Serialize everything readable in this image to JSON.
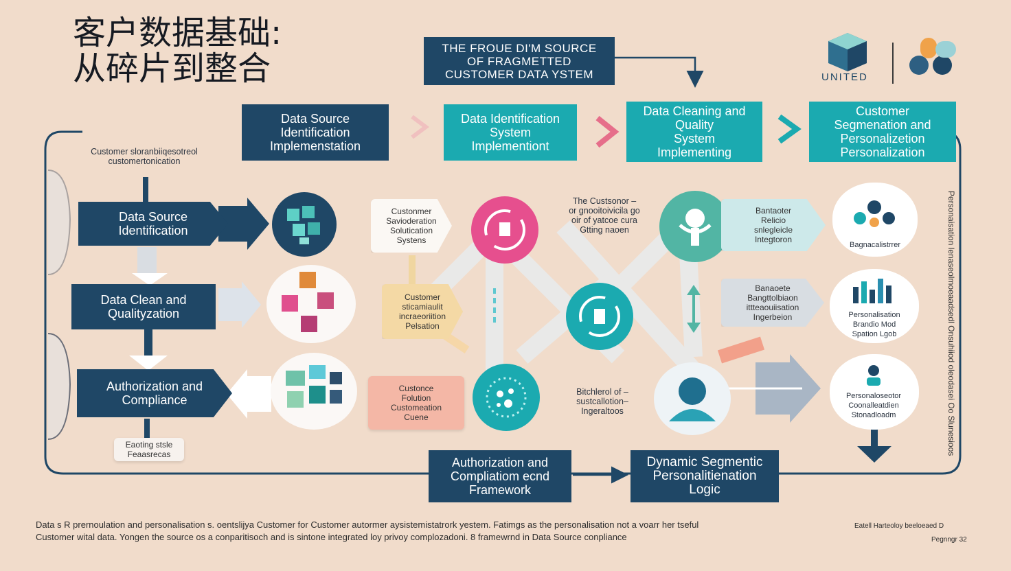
{
  "title": {
    "line1": "客户数据基础:",
    "line2": "从碎片到整合"
  },
  "header_box": "THE FROUE DI'M SOURCE\nOF FRAGMETTED\nCUSTOMER DATA YSTEM",
  "brand": {
    "name": "UNITED"
  },
  "top_steps": [
    "Data Source\nIdentification\nImplemenstation",
    "Data Identification\nSystem\nImplementiont",
    "Data Cleaning and\nQuality\nSystem\nImplementing",
    "Customer\nSegmenation and\nPersonalizetion\nPersonalization"
  ],
  "left_steps": [
    "Data Source\nIdentification",
    "Data Clean and\nQualityzation",
    "Authorization and\nCompliance"
  ],
  "left_note": "Customer sloranbiiqesotreol\ncustomertonication",
  "bottom_left_card": "Eaoting stsle\nFeaasrecas",
  "mid_cards": [
    "Custonmer\nSavioderation\nSolutication\nSystens",
    "Customer\nsticamiaulit\nincraeoriition\nPelsation",
    "Custonce\nFolution\nCustomeation\nCuene"
  ],
  "center_notes": [
    "The Custsonor –\nor gnooitoivicila go\noir of yatcoe cura\nGtting naoen",
    "Bitchlerol of –\nsustcallotion–\nIngeraltoos"
  ],
  "right_cards": [
    "Bantaoter\nRelicio\nsnlegleicle\nIntegtoron",
    "Banaoete\nBangttolbiaon\nittteaouiisation\nIngerbeion"
  ],
  "right_cloud_labels": [
    "Bagnacalistrrer",
    "Personalisation\nBrandio Mod\nSpation Lgob",
    "Personaloseotor\nCoonalleatdien\nStonadloadm"
  ],
  "bottom_steps": [
    "Authorization and\nCompliatiom ecnd\nFramework",
    "Dynamic Segmentic\nPersonalitienation\nLogic"
  ],
  "vertical_text": "Personaisation lenaseolmoeaadsedl Onsuhiiod oleodasei Oo Slunesioos",
  "footer": {
    "line1": "Data s R prernoulation and personalisation s. oentslijya Customer for Customer autormer aysistemistatrork yestem. Fatimgs as the personalisation not a voarr her tseful",
    "line2": "Customer wital data. Yongen the source os a conparitisoch and is sintone integrated loy privoy complozadoni. 8 framewrnd in Data Source conpliance",
    "right1": "Eatell Harteoloy beeloeaed D",
    "right2": "Pegnngr 32"
  },
  "colors": {
    "background": "#f1dccb",
    "navy": "#1f4766",
    "teal": "#1baab0",
    "pink": "#e64f8e",
    "seafoam": "#52b5a4"
  }
}
